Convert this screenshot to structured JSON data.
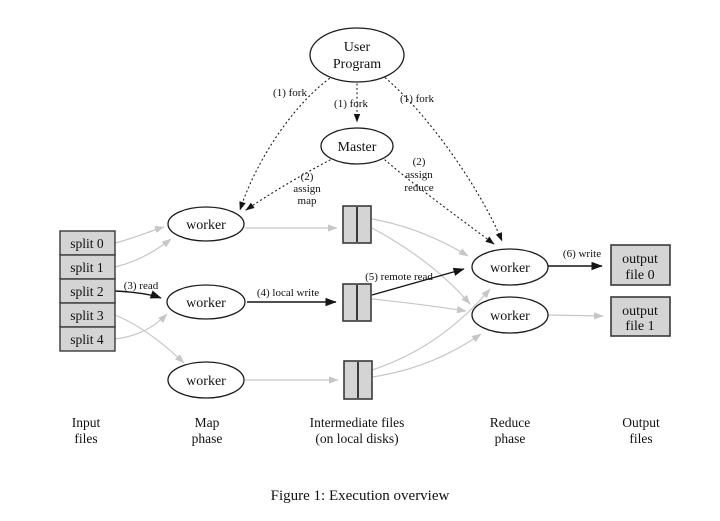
{
  "figure": {
    "caption": "Figure 1: Execution overview",
    "nodes": {
      "user_program": {
        "line1": "User",
        "line2": "Program"
      },
      "master": {
        "label": "Master"
      },
      "map_worker_1": {
        "label": "worker"
      },
      "map_worker_2": {
        "label": "worker"
      },
      "map_worker_3": {
        "label": "worker"
      },
      "reduce_worker_1": {
        "label": "worker"
      },
      "reduce_worker_2": {
        "label": "worker"
      },
      "splits": [
        "split 0",
        "split 1",
        "split 2",
        "split 3",
        "split 4"
      ],
      "output_file_0": {
        "line1": "output",
        "line2": "file 0"
      },
      "output_file_1": {
        "line1": "output",
        "line2": "file 1"
      }
    },
    "edge_labels": {
      "fork_left": "(1) fork",
      "fork_center": "(1) fork",
      "fork_right": "(1) fork",
      "assign_map_l1": "(2)",
      "assign_map_l2": "assign",
      "assign_map_l3": "map",
      "assign_reduce_l1": "(2)",
      "assign_reduce_l2": "assign",
      "assign_reduce_l3": "reduce",
      "read": "(3) read",
      "local_write": "(4) local write",
      "remote_read": "(5) remote read",
      "write": "(6) write"
    },
    "phase_labels": {
      "input_l1": "Input",
      "input_l2": "files",
      "map_l1": "Map",
      "map_l2": "phase",
      "intermediate_l1": "Intermediate files",
      "intermediate_l2": "(on local disks)",
      "reduce_l1": "Reduce",
      "reduce_l2": "phase",
      "output_l1": "Output",
      "output_l2": "files"
    },
    "colors": {
      "background": "#ffffff",
      "box_fill": "#d4d4d4",
      "box_border": "#3a3a3a",
      "gray_arrow": "#c6c6c6",
      "black": "#151515"
    }
  }
}
